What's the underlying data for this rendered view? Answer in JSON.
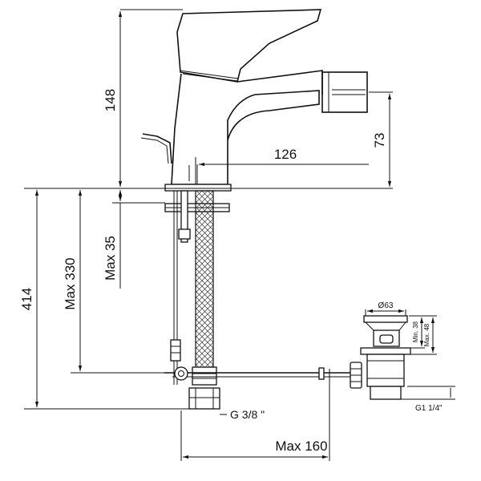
{
  "dimensions": {
    "height_148": "148",
    "spout_126": "126",
    "spout_height_73": "73",
    "max_35": "Max 35",
    "max_330": "Max 330",
    "total_414": "414",
    "thread_g38": "G 3/8 \"",
    "max_160": "Max 160",
    "dia_63": "Ø63",
    "min_38": "Min. 38",
    "max_48": "Max. 48",
    "g1_14": "G1 1/4\""
  },
  "colors": {
    "line": "#111111",
    "background": "#ffffff"
  }
}
